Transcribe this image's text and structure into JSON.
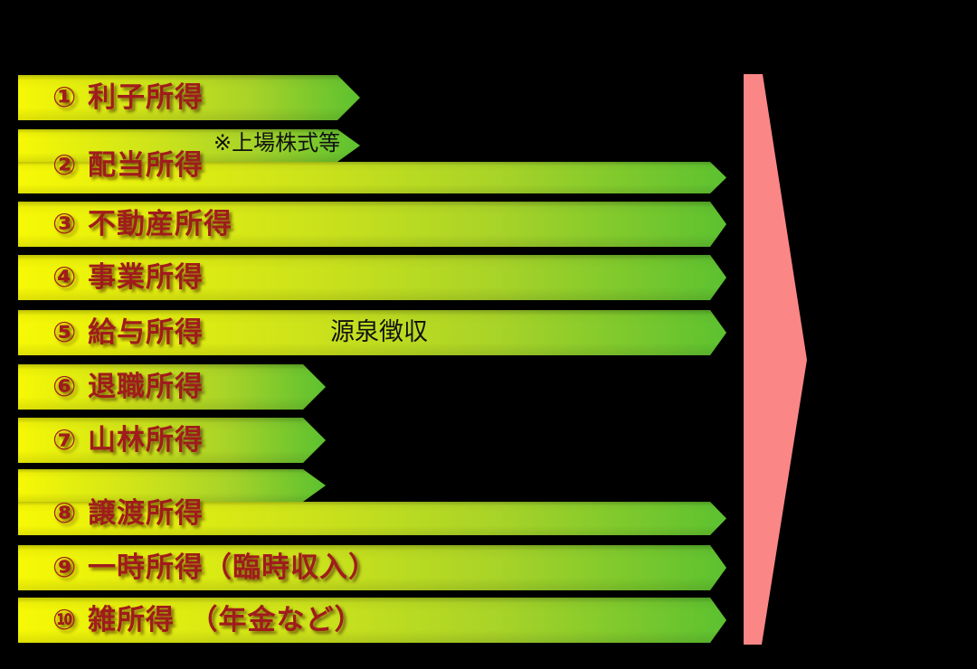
{
  "colors": {
    "bg": "#000000",
    "arrow-yellow": "#f6f805",
    "arrow-mid": "#cbe21b",
    "arrow-green": "#5cc130",
    "label-red": "#a01c1c",
    "annotation-black": "#111111",
    "big-arrow-pink": "#fb8686"
  },
  "rows": [
    {
      "label": "① 利子所得"
    },
    {
      "label": "② 配当所得",
      "annotation": "※上場株式等"
    },
    {
      "label": "③ 不動産所得"
    },
    {
      "label": "④ 事業所得"
    },
    {
      "label": "⑤ 給与所得",
      "annotation": "源泉徴収"
    },
    {
      "label": "⑥ 退職所得"
    },
    {
      "label": "⑦ 山林所得"
    },
    {
      "label": "⑧ 譲渡所得"
    },
    {
      "label": "⑨ 一時所得（臨時収入）"
    },
    {
      "label": "⑩ 雑所得　（年金など）"
    }
  ],
  "big_arrow": {
    "shape": "right-pointing merge arrow"
  }
}
